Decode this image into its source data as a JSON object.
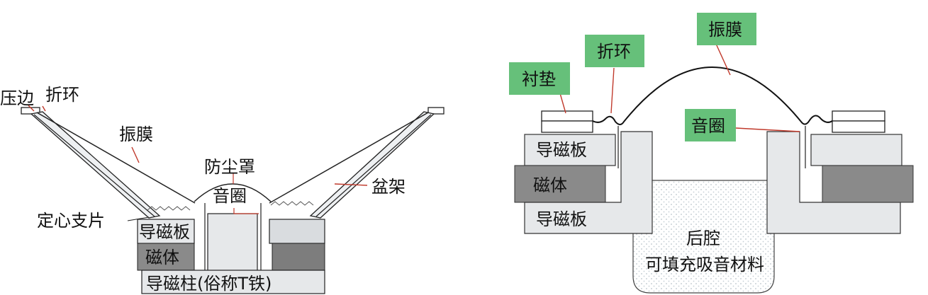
{
  "left_diagram": {
    "labels": {
      "edge_suspension": "压边",
      "fold_ring": "折环",
      "diaphragm": "振膜",
      "dust_cap": "防尘罩",
      "voice_coil": "音圈",
      "basket": "盆架",
      "spider": "定心支片",
      "top_plate": "导磁板",
      "magnet": "磁体",
      "pole_piece": "导磁柱(俗称T铁)"
    }
  },
  "right_diagram": {
    "tags": {
      "gasket": "衬垫",
      "fold_ring": "折环",
      "diaphragm": "振膜",
      "voice_coil": "音圈"
    },
    "labels": {
      "top_plate": "导磁板",
      "magnet": "磁体",
      "bottom_plate": "导磁板",
      "cavity_line1": "后腔",
      "cavity_line2": "可填充吸音材料"
    },
    "colors": {
      "tag_fill": "#66c07a",
      "magnet_fill": "#8a8a8a",
      "plate_fill": "#e6e8ea"
    }
  }
}
